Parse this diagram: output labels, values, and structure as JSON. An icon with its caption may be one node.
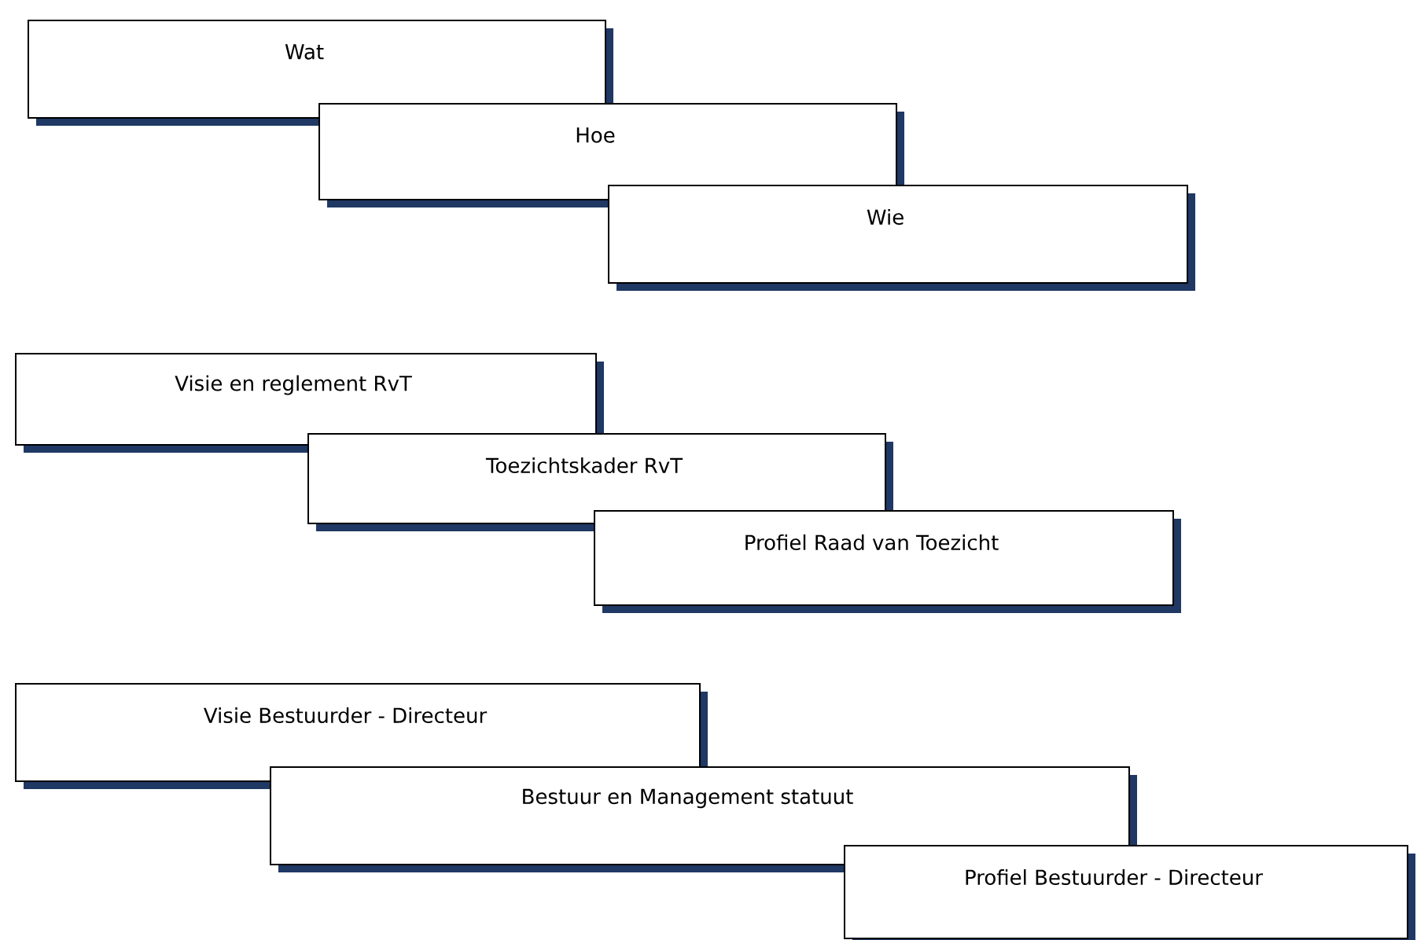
{
  "diagram": {
    "nodes": [
      {
        "text": [
          "Wat"
        ]
      },
      {
        "text": [
          "Hoe"
        ]
      },
      {
        "text": [
          "Wie"
        ]
      },
      {
        "text": [
          "Visie en reglement RvT"
        ]
      },
      {
        "text": [
          "Toezichtskader RvT"
        ]
      },
      {
        "text": [
          "Profiel Raad van Toezicht"
        ]
      },
      {
        "text": [
          "Visie Bestuurder - Directeur"
        ]
      },
      {
        "text": [
          "Bestuur en Management statuut"
        ]
      },
      {
        "text": [
          "Profiel Bestuurder - Directeur"
        ]
      }
    ]
  }
}
